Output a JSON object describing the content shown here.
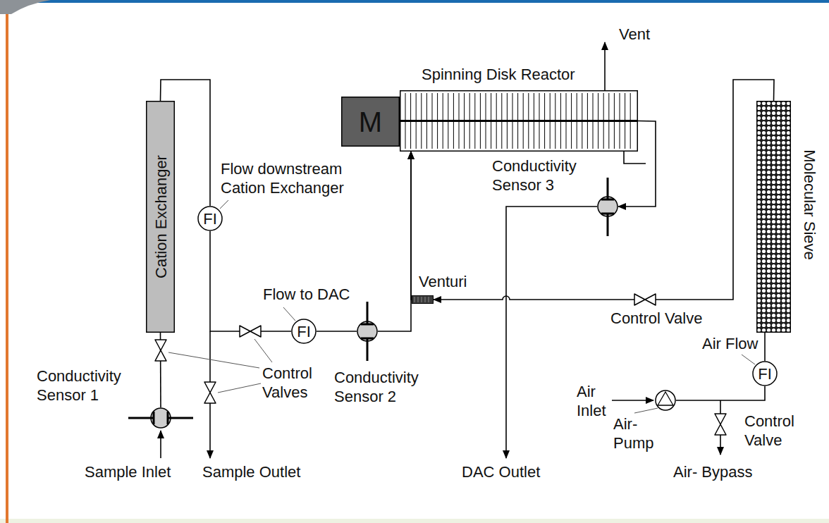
{
  "diagram": {
    "nodes": [
      {
        "text": [
          "Cation Exchanger"
        ]
      },
      {
        "text": [
          "FI",
          "Flow downstream Cation Exchanger"
        ]
      },
      {
        "text": [
          "Conductivity Sensor 1"
        ]
      },
      {
        "text": [
          "FI",
          "Flow to DAC"
        ]
      },
      {
        "text": [
          "Conductivity Sensor 2"
        ]
      },
      {
        "text": [
          "M"
        ]
      },
      {
        "text": [
          "Spinning Disk Reactor"
        ]
      },
      {
        "text": [
          "Venturi"
        ]
      },
      {
        "text": [
          "Conductivity Sensor 3"
        ]
      },
      {
        "text": [
          "Molecular Sieve"
        ]
      },
      {
        "text": [
          "Air- Pump"
        ]
      },
      {
        "text": [
          "FI",
          "Air Flow"
        ]
      }
    ],
    "edges": [
      {
        "from": 2,
        "to": 0,
        "arrow": "none"
      },
      {
        "from": 0,
        "to": 1,
        "arrow": "none"
      },
      {
        "from": 1,
        "to": 3,
        "arrow": "none"
      },
      {
        "from": 3,
        "to": 4,
        "arrow": "none"
      },
      {
        "from": 4,
        "to": 6,
        "arrow": "to"
      },
      {
        "from": 7,
        "to": 6,
        "arrow": "to"
      },
      {
        "from": 6,
        "to": 8,
        "arrow": "to"
      },
      {
        "from": 9,
        "to": 7,
        "arrow": "to"
      },
      {
        "from": 10,
        "to": 11,
        "arrow": "none"
      },
      {
        "from": 11,
        "to": 9,
        "arrow": "none"
      }
    ],
    "labels": [
      "Vent",
      "Control Valves",
      "Control Valve",
      "Sample Inlet",
      "Sample Outlet",
      "DAC Outlet",
      "Air Inlet",
      "Control Valve",
      "Air- Bypass"
    ]
  }
}
